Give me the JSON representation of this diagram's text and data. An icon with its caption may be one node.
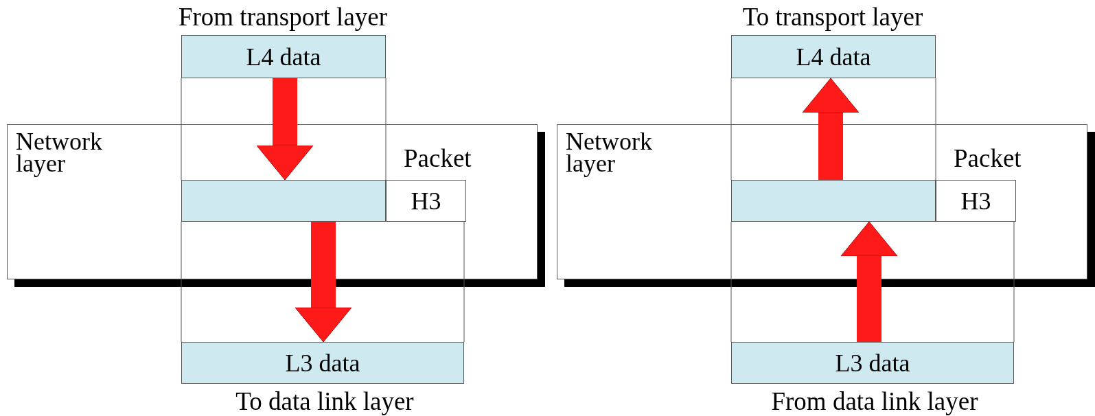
{
  "diagram": {
    "nodes": [
      {
        "text": [
          "Network layer"
        ]
      },
      {
        "text": [
          "L4 data"
        ],
        "beside": [
          "From transport layer"
        ]
      },
      {
        "text": [],
        "shape": "box",
        "in": 0
      },
      {
        "text": [
          "H3"
        ],
        "in": 0
      },
      {
        "text": [
          "L3 data"
        ],
        "beside": [
          "To data link layer"
        ]
      },
      {
        "text": [
          "Network layer"
        ]
      },
      {
        "text": [
          "L4 data"
        ],
        "beside": [
          "To transport layer"
        ]
      },
      {
        "text": [],
        "shape": "box",
        "in": 5
      },
      {
        "text": [
          "H3"
        ],
        "in": 5
      },
      {
        "text": [
          "L3 data"
        ],
        "beside": [
          "From data link layer"
        ]
      }
    ],
    "edges": [
      {
        "from": 1,
        "to": 2,
        "arrow": "to"
      },
      {
        "from": 2,
        "to": 4,
        "arrow": "to"
      },
      {
        "from": 7,
        "to": 6,
        "arrow": "to"
      },
      {
        "from": 9,
        "to": 7,
        "arrow": "to"
      }
    ],
    "labels": [
      "Packet",
      "Packet"
    ]
  }
}
